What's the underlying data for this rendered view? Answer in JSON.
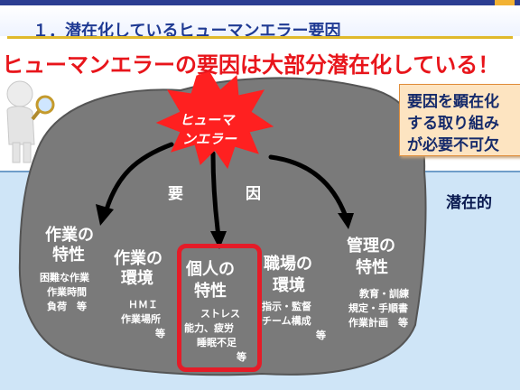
{
  "header": {
    "title": "１．潜在化しているヒューマンエラー要因"
  },
  "headline": "ヒューマンエラーの要因は大部分潜在化している！",
  "star": {
    "line1": "ヒューマ",
    "line2": "ンエラー"
  },
  "factors": {
    "char1": "要",
    "char2": "因"
  },
  "callout": {
    "lines": [
      "要因を顕在化",
      "する取り組み",
      "が必要不可欠"
    ]
  },
  "hidden_label": "潜在的",
  "categories": [
    {
      "title": [
        "作業の",
        "特性"
      ],
      "detail": [
        "困難な作業",
        "作業時間",
        "負荷　等"
      ]
    },
    {
      "title": [
        "作業の",
        "環境"
      ],
      "detail": [
        "ＨＭＩ",
        "作業場所",
        "等"
      ]
    },
    {
      "title": [
        "個人の",
        "特性"
      ],
      "detail": [
        "ストレス",
        "能力、疲労",
        "睡眠不足",
        "等"
      ]
    },
    {
      "title": [
        "職場の",
        "環境"
      ],
      "detail": [
        "指示・監督",
        "チーム構成",
        "等"
      ]
    },
    {
      "title": [
        "管理の",
        "特性"
      ],
      "detail": [
        "教育・訓練",
        "規定・手順書",
        "作業計画　等"
      ]
    }
  ],
  "colors": {
    "title": "#1f3a93",
    "headline": "#e8151b",
    "rock": "#7a7a7a",
    "sea": "#cfe5f7",
    "star": "#ff2020",
    "callout_bg": "#fde4c1"
  },
  "icons": {
    "figure": "magnifier-person-icon"
  }
}
